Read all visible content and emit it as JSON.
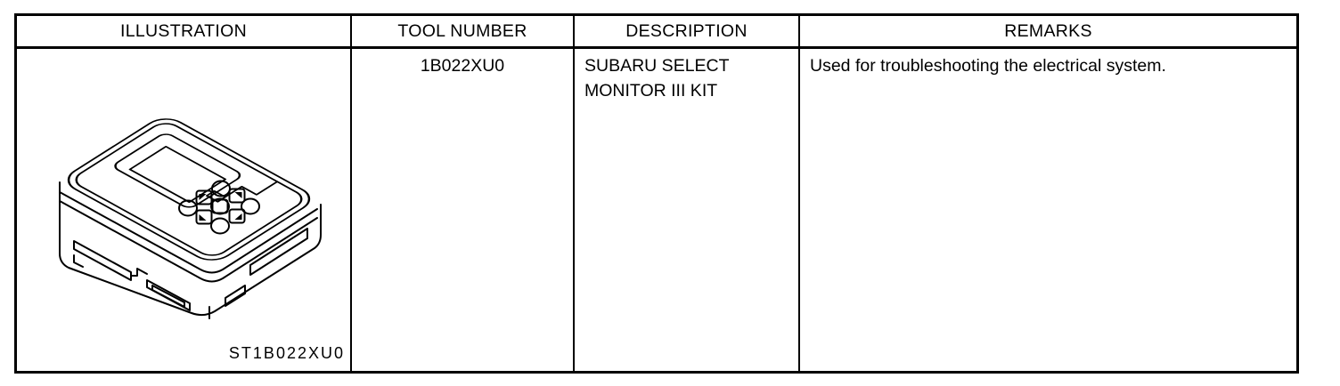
{
  "page": {
    "background": "#ffffff"
  },
  "colors": {
    "line": "#000000",
    "text": "#000000"
  },
  "table": {
    "headers": [
      {
        "label": "ILLUSTRATION"
      },
      {
        "label": "TOOL NUMBER"
      },
      {
        "label": "DESCRIPTION"
      },
      {
        "label": "REMARKS"
      }
    ],
    "rows": [
      {
        "illustration_caption": "ST1B022XU0",
        "tool_number": "1B022XU0",
        "description_lines": [
          "SUBARU SELECT",
          "MONITOR III KIT"
        ],
        "remarks": "Used for troubleshooting the electrical system."
      }
    ]
  },
  "illustration": {
    "icon": "subaru-select-monitor-iii-line-drawing"
  }
}
